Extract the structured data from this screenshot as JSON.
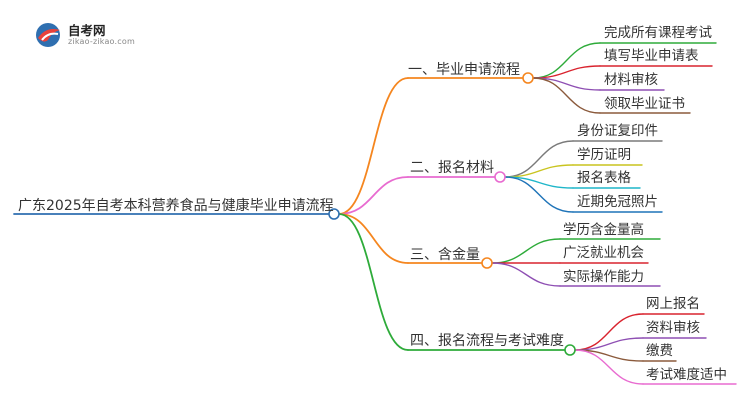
{
  "logo": {
    "title": "自考网",
    "url": "zikao-zikao.com"
  },
  "mindmap": {
    "root": "广东2025年自考本科营养食品与健康毕业申请流程",
    "branches": [
      {
        "label": "一、毕业申请流程",
        "color": "#f5861f",
        "children": [
          {
            "label": "完成所有课程考试",
            "color": "#2eab3a"
          },
          {
            "label": "填写毕业申请表",
            "color": "#d9232e"
          },
          {
            "label": "材料审核",
            "color": "#8e4fb3"
          },
          {
            "label": "领取毕业证书",
            "color": "#8b5a3c"
          }
        ]
      },
      {
        "label": "二、报名材料",
        "color": "#e86bd0",
        "children": [
          {
            "label": "身份证复印件",
            "color": "#7a7a7a"
          },
          {
            "label": "学历证明",
            "color": "#c9c41f"
          },
          {
            "label": "报名表格",
            "color": "#1fb6c9"
          },
          {
            "label": "近期免冠照片",
            "color": "#1f74b8"
          }
        ]
      },
      {
        "label": "三、含金量",
        "color": "#f5861f",
        "children": [
          {
            "label": "学历含金量高",
            "color": "#2eab3a"
          },
          {
            "label": "广泛就业机会",
            "color": "#d9232e"
          },
          {
            "label": "实际操作能力",
            "color": "#8e4fb3"
          }
        ]
      },
      {
        "label": "四、报名流程与考试难度",
        "color": "#2eab3a",
        "children": [
          {
            "label": "网上报名",
            "color": "#d9232e"
          },
          {
            "label": "资料审核",
            "color": "#8e4fb3"
          },
          {
            "label": "缴费",
            "color": "#8b5a3c"
          },
          {
            "label": "考试难度适中",
            "color": "#e86bd0"
          }
        ]
      }
    ],
    "root_color": "#2f6fb0"
  }
}
